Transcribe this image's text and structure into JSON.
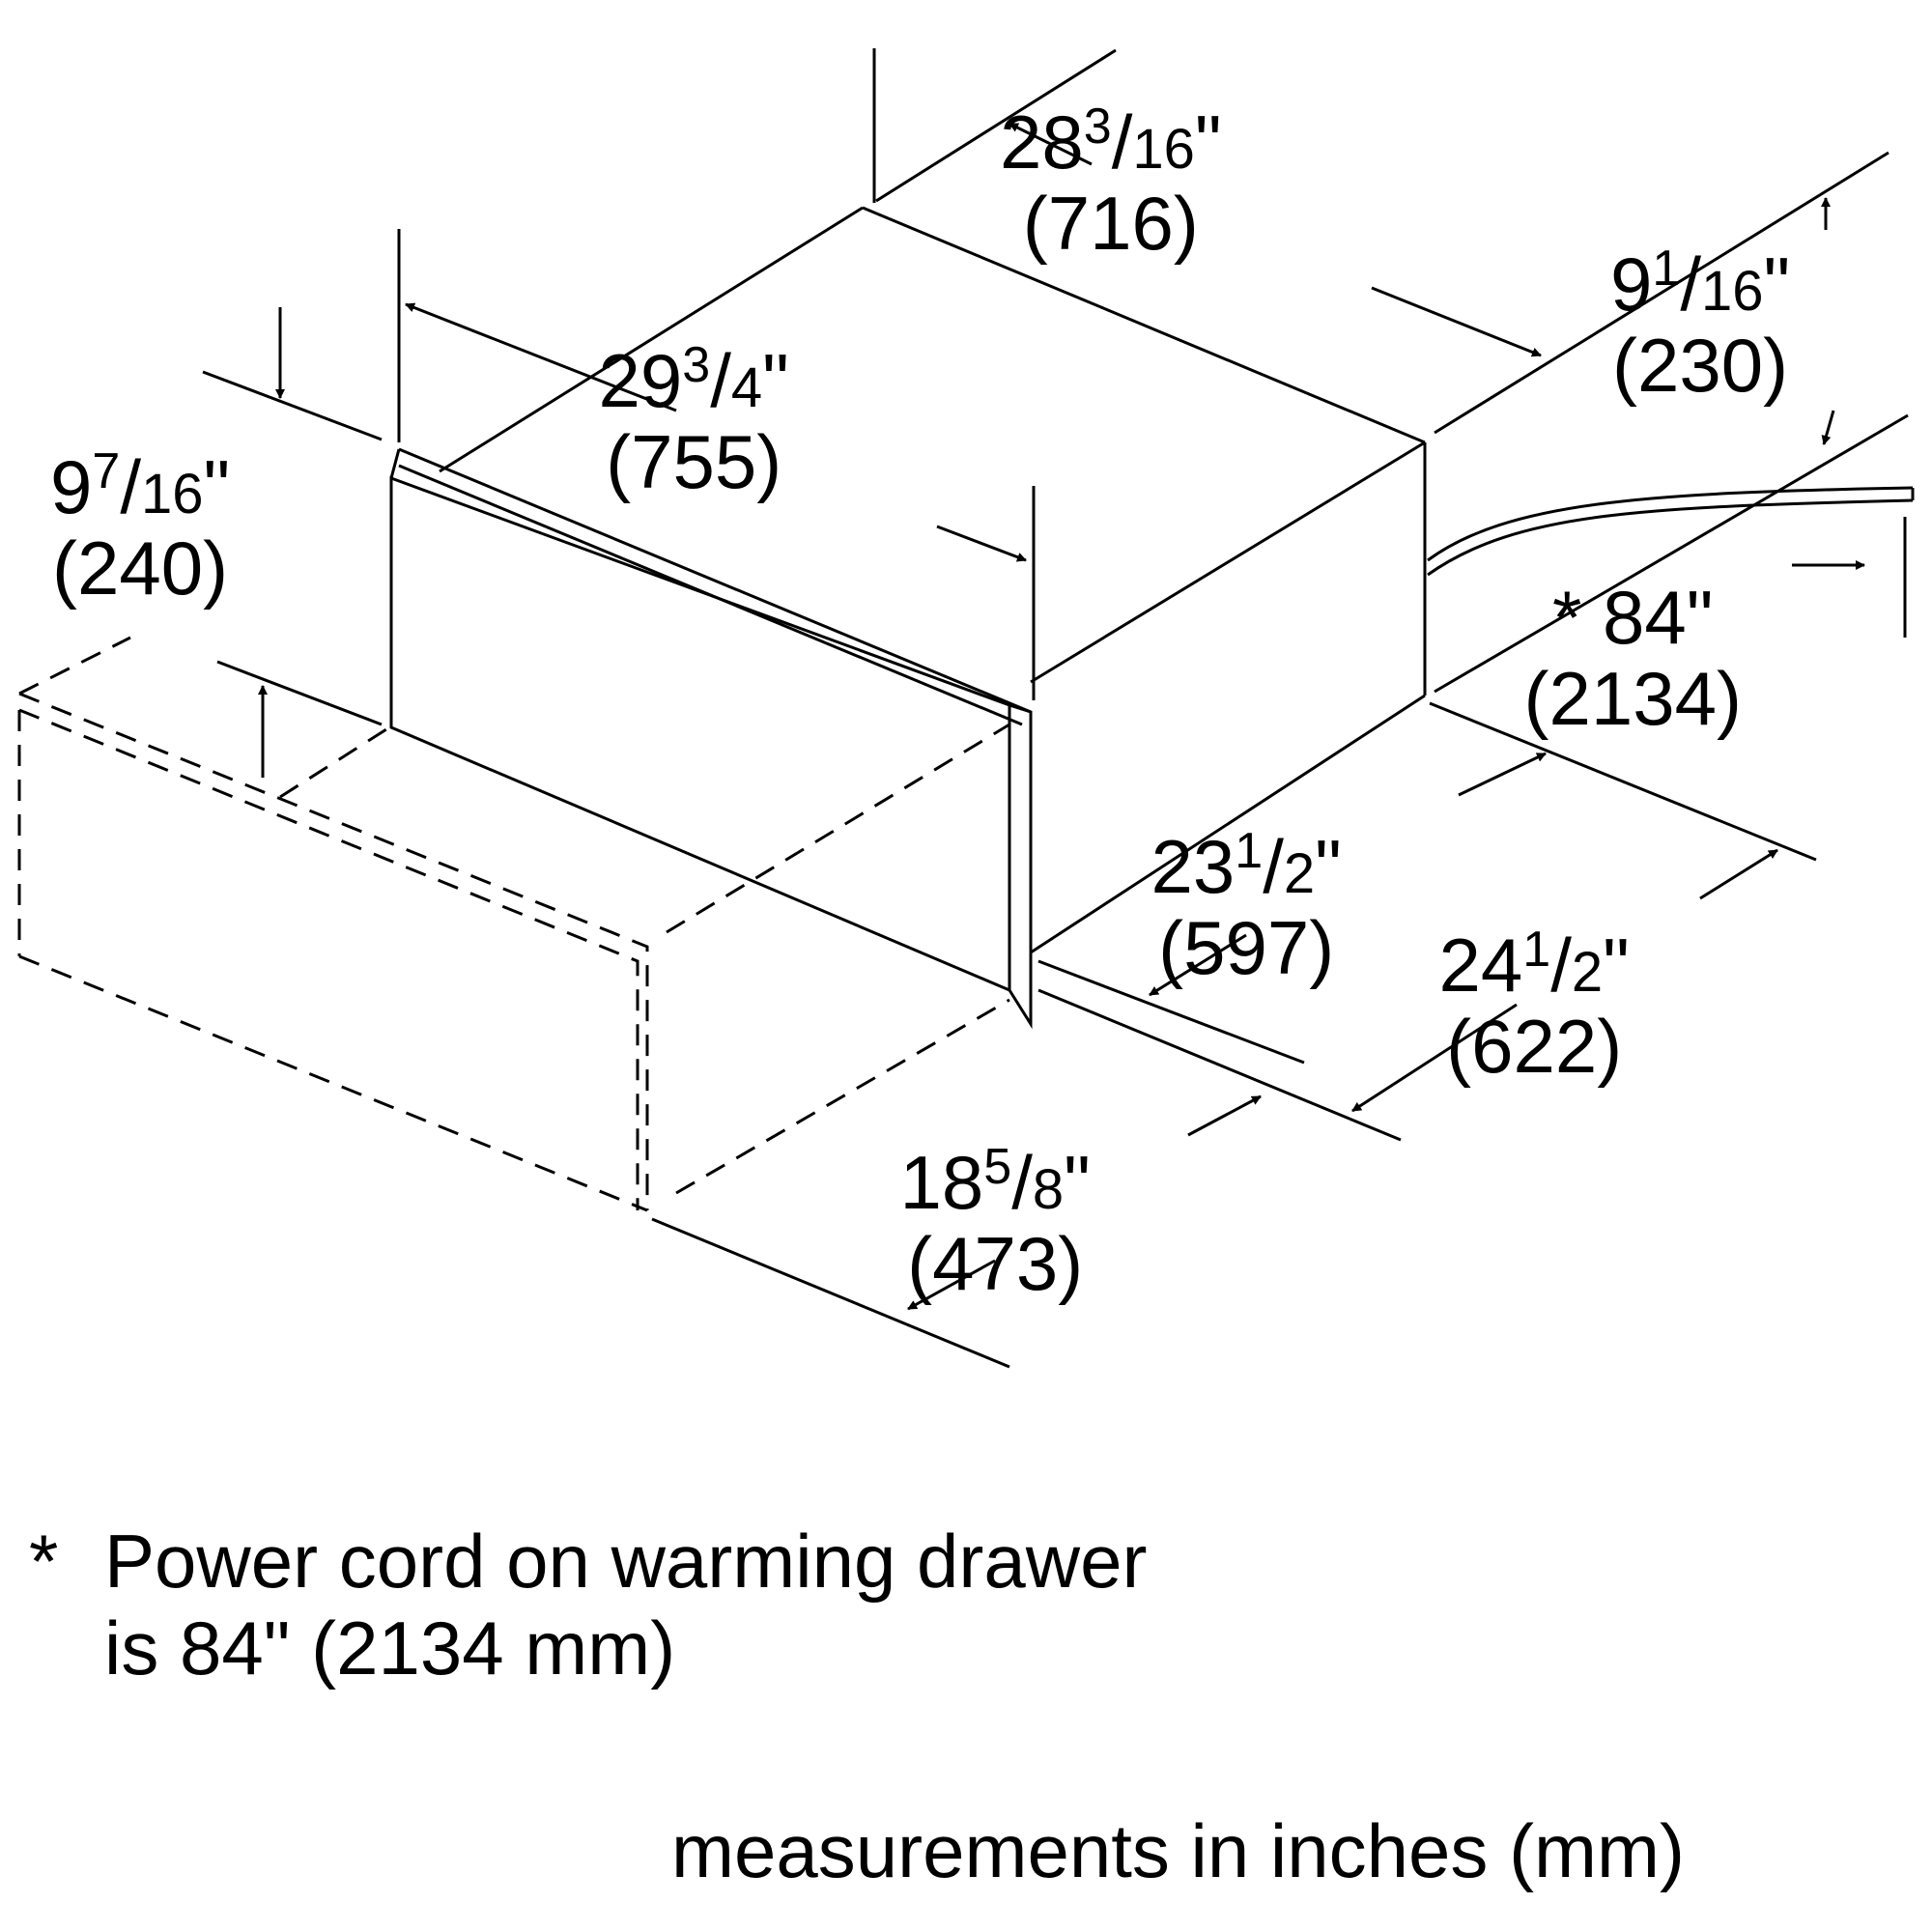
{
  "dimensions": {
    "overall_width": {
      "whole": "28",
      "num": "3",
      "den": "16",
      "mm": "(716)"
    },
    "right_height": {
      "whole": "9",
      "num": "1",
      "den": "16",
      "mm": "(230)"
    },
    "front_width": {
      "whole": "29",
      "num": "3",
      "den": "4",
      "mm": "(755)"
    },
    "front_height": {
      "whole": "9",
      "num": "7",
      "den": "16",
      "mm": "(240)"
    },
    "cord_length": {
      "prefix": "* ",
      "whole": "84",
      "mm": "(2134)"
    },
    "depth_body": {
      "whole": "23",
      "num": "1",
      "den": "2",
      "mm": "(597)"
    },
    "depth_overall": {
      "whole": "24",
      "num": "1",
      "den": "2",
      "mm": "(622)"
    },
    "cutout_depth": {
      "whole": "18",
      "num": "5",
      "den": "8",
      "mm": "(473)"
    }
  },
  "notes": {
    "asterisk": "*",
    "cord_line1": "Power cord on warming drawer",
    "cord_line2": "is 84\" (2134 mm)",
    "units": "measurements in inches (mm)"
  },
  "inch_mark": "\""
}
